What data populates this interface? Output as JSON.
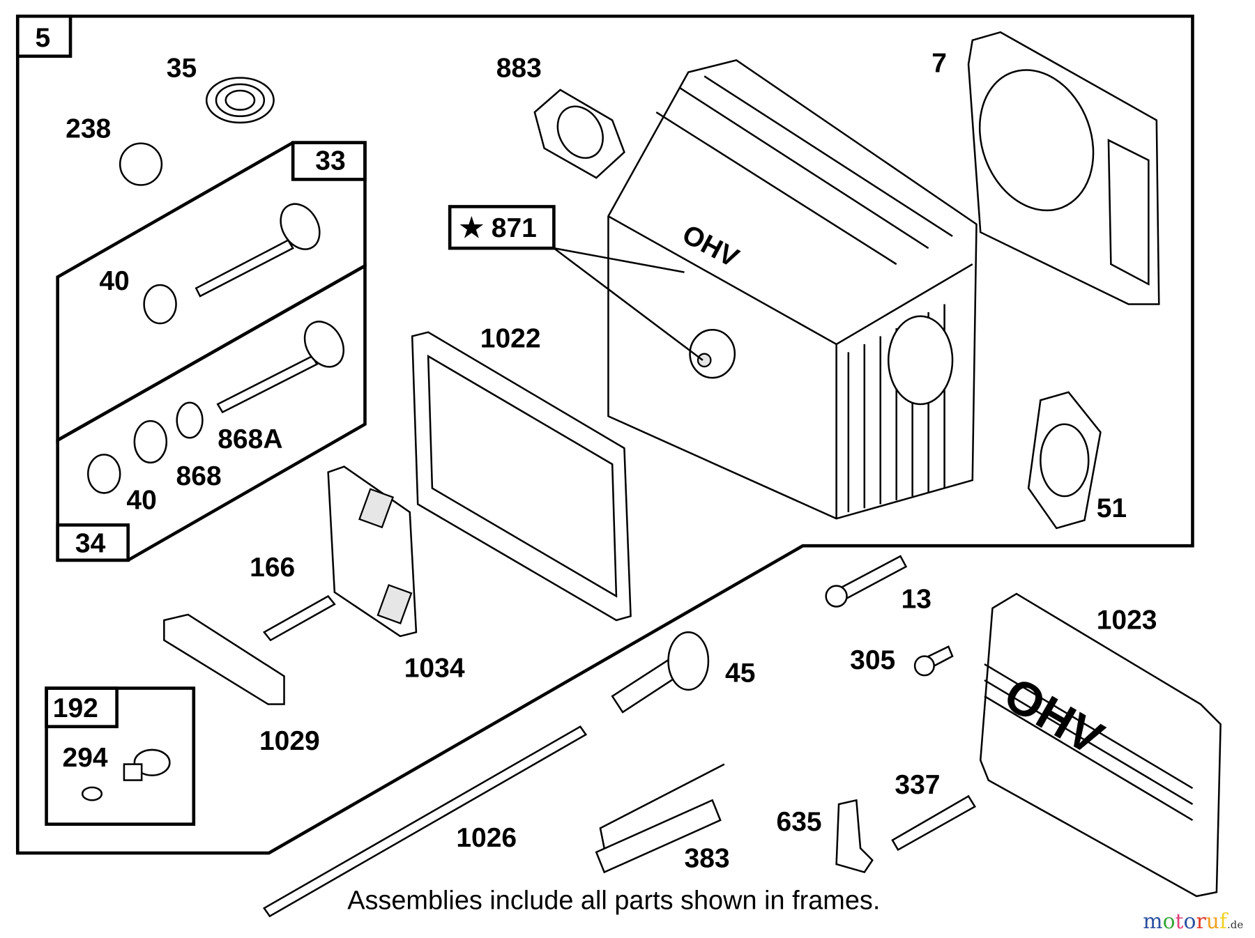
{
  "diagram": {
    "caption": "Assemblies include all parts shown in frames.",
    "watermark": "motoruf.de",
    "watermark_colors": [
      "#2a4fa0",
      "#3aa63a",
      "#e0407a",
      "#2a4fa0",
      "#e03a2a",
      "#f0a020",
      "#f0d020"
    ],
    "frames": [
      {
        "id": "frame-5",
        "label": "5"
      },
      {
        "id": "frame-33",
        "label": "33"
      },
      {
        "id": "frame-34",
        "label": "34"
      },
      {
        "id": "frame-192",
        "label": "192"
      }
    ],
    "callout": {
      "symbol": "★",
      "label": "871"
    },
    "parts": {
      "p35": "35",
      "p238": "238",
      "p40a": "40",
      "p40b": "40",
      "p868A": "868A",
      "p868": "868",
      "p883": "883",
      "p7": "7",
      "p1022": "1022",
      "p51": "51",
      "p166": "166",
      "p1034": "1034",
      "p1029": "1029",
      "p294": "294",
      "p13": "13",
      "p1023": "1023",
      "p305": "305",
      "p45": "45",
      "p337": "337",
      "p635": "635",
      "p1026": "1026",
      "p383": "383"
    },
    "cover_text": "OHV",
    "head_text": "OHV"
  }
}
